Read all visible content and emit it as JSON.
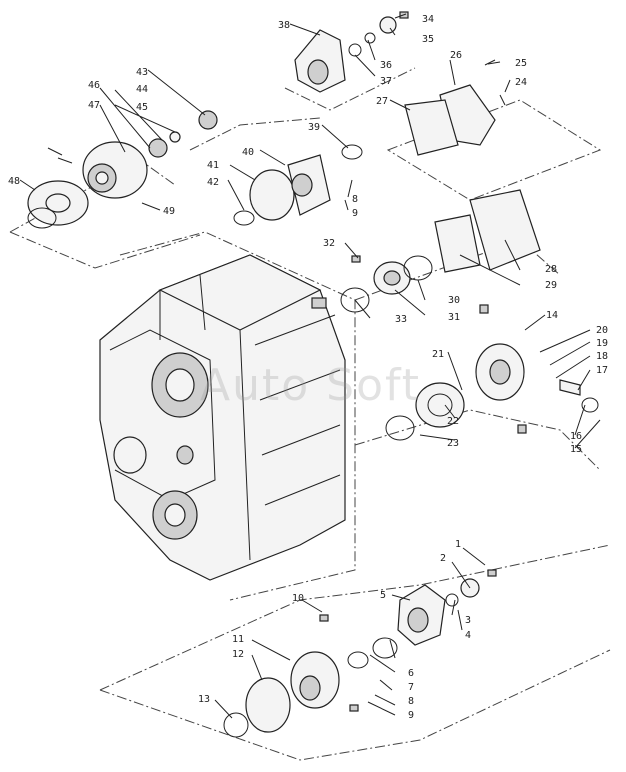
{
  "watermark": "Auto Soft",
  "callouts": [
    "1",
    "2",
    "3",
    "4",
    "5",
    "6",
    "7",
    "8",
    "9",
    "10",
    "11",
    "12",
    "13",
    "14",
    "15",
    "16",
    "17",
    "18",
    "19",
    "20",
    "21",
    "22",
    "23",
    "24",
    "25",
    "26",
    "27",
    "28",
    "29",
    "30",
    "31",
    "32",
    "33",
    "34",
    "35",
    "36",
    "37",
    "38",
    "39",
    "40",
    "41",
    "42",
    "43",
    "44",
    "45",
    "46",
    "47",
    "48",
    "49",
    "8",
    "9"
  ]
}
